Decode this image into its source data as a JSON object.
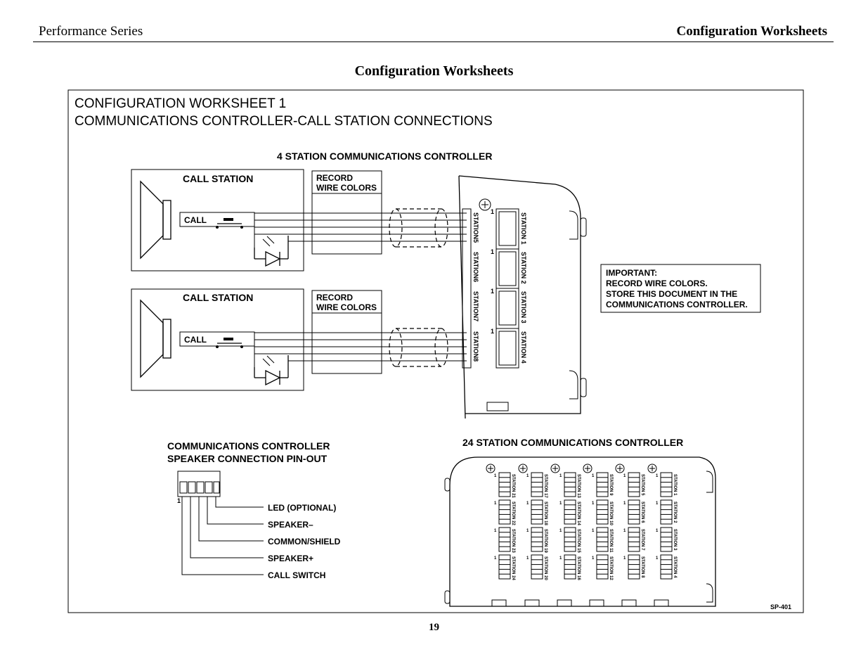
{
  "header": {
    "left": "Performance Series",
    "right": "Configuration Worksheets"
  },
  "page_title": "Configuration Worksheets",
  "page_number": "19",
  "worksheet": {
    "title_line1": "CONFIGURATION WORKSHEET 1",
    "title_line2": "COMMUNICATIONS CONTROLLER-CALL STATION CONNECTIONS",
    "controller4_label": "4 STATION COMMUNICATIONS CONTROLLER",
    "call_station_label": "CALL STATION",
    "call_label": "CALL",
    "record_line1": "RECORD",
    "record_line2": "WIRE COLORS",
    "important": {
      "line1": "IMPORTANT:",
      "line2": "RECORD WIRE COLORS.",
      "line3": "STORE THIS DOCUMENT IN THE",
      "line4": "COMMUNICATIONS CONTROLLER."
    },
    "station_right": [
      "STATION 1",
      "STATION 2",
      "STATION 3",
      "STATION 4"
    ],
    "station_left": [
      "STATION5",
      "STATION6",
      "STATION7",
      "STATION8"
    ],
    "pin_one": "1",
    "pinout_title1": "COMMUNICATIONS CONTROLLER",
    "pinout_title2": "SPEAKER CONNECTION PIN-OUT",
    "pinout": [
      "LED  (OPTIONAL)",
      "SPEAKER–",
      "COMMON/SHIELD",
      "SPEAKER+",
      "CALL SWITCH"
    ],
    "controller24_label": "24 STATION COMMUNICATIONS CONTROLLER",
    "controller24_stations": [
      [
        "STATION 21",
        "STATION 17"
      ],
      [
        "STATION 22",
        "STATION 18"
      ],
      [
        "STATION 23",
        "STATION 19"
      ],
      [
        "STATION 24",
        "STATION 20"
      ],
      [
        "STATION 13",
        "STATION 9"
      ],
      [
        "STATION 14",
        "STATION 10"
      ],
      [
        "STATION 15",
        "STATION 11"
      ],
      [
        "STATION 16",
        "STATION 12"
      ],
      [
        "STATION 5",
        "STATION 1"
      ],
      [
        "STATION 6",
        "STATION 2"
      ],
      [
        "STATION 7",
        "STATION 3"
      ],
      [
        "STATION 8",
        "STATION 4"
      ]
    ],
    "figure_id": "SP-401"
  }
}
